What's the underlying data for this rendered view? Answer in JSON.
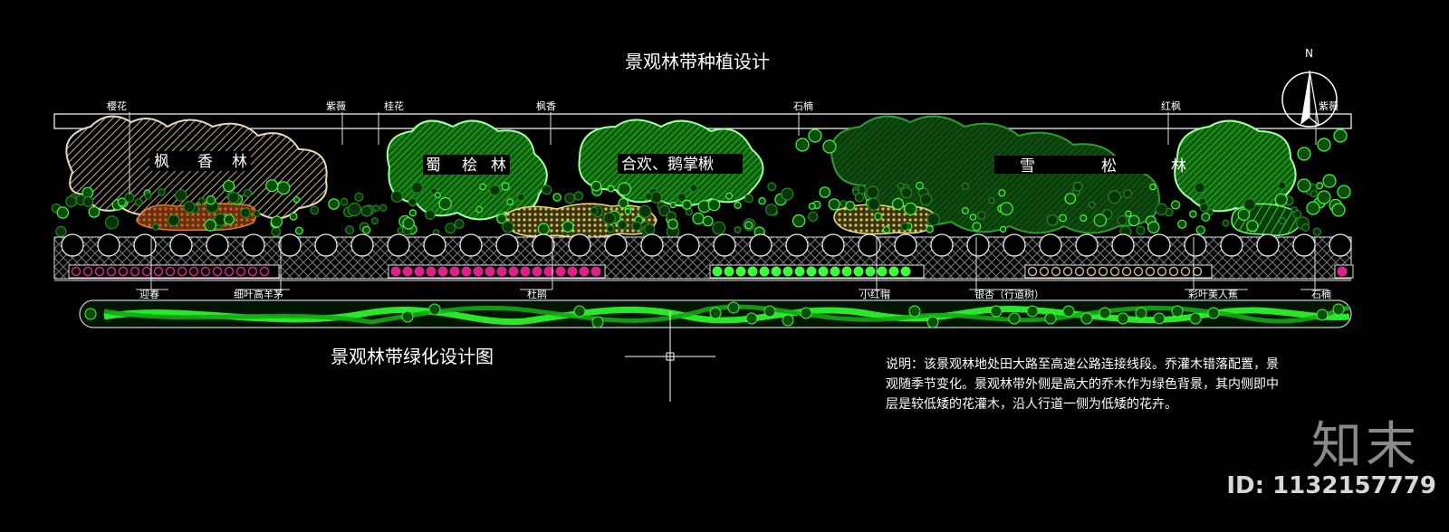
{
  "titles": {
    "top": "景观林带种植设计",
    "bottom": "景观林带绿化设计图",
    "north": "N"
  },
  "labels_top": [
    "樱花",
    "紫薇",
    "桂花",
    "枫香",
    "石楠",
    "红枫",
    "紫薇"
  ],
  "zones": [
    {
      "name_parts": [
        "枫",
        "香",
        "林"
      ]
    },
    {
      "name_parts": [
        "蜀",
        "桧",
        "林"
      ]
    },
    {
      "name_parts": [
        "合欢、鹅掌楸"
      ]
    },
    {
      "name_parts": [
        "雪",
        "松",
        "林"
      ]
    }
  ],
  "labels_bottom": [
    "迎春",
    "细叶高羊茅",
    "杜鹃",
    "小红帽",
    "银杏（行道树）",
    "彩叶美人蕉",
    "石楠"
  ],
  "note": [
    "说明：该景观林地处田大路至高速公路连接线段。乔灌木错落配置，景",
    "观随季节变化。景观林带外侧是高大的乔木作为绿色背景，其内侧即中",
    "层是较低矮的花灌木，沿人行道一侧为低矮的花卉。"
  ],
  "brand": "知末",
  "image_id": "ID: 1132157779",
  "colors": {
    "background": "#000000",
    "green_dark": "#1c8a1c",
    "green_bright": "#39ff39",
    "tan": "#c8b08a",
    "brown": "#b45a28",
    "yellow": "#d8c060",
    "magenta": "#e0208a",
    "grey": "#9a9a9a"
  }
}
